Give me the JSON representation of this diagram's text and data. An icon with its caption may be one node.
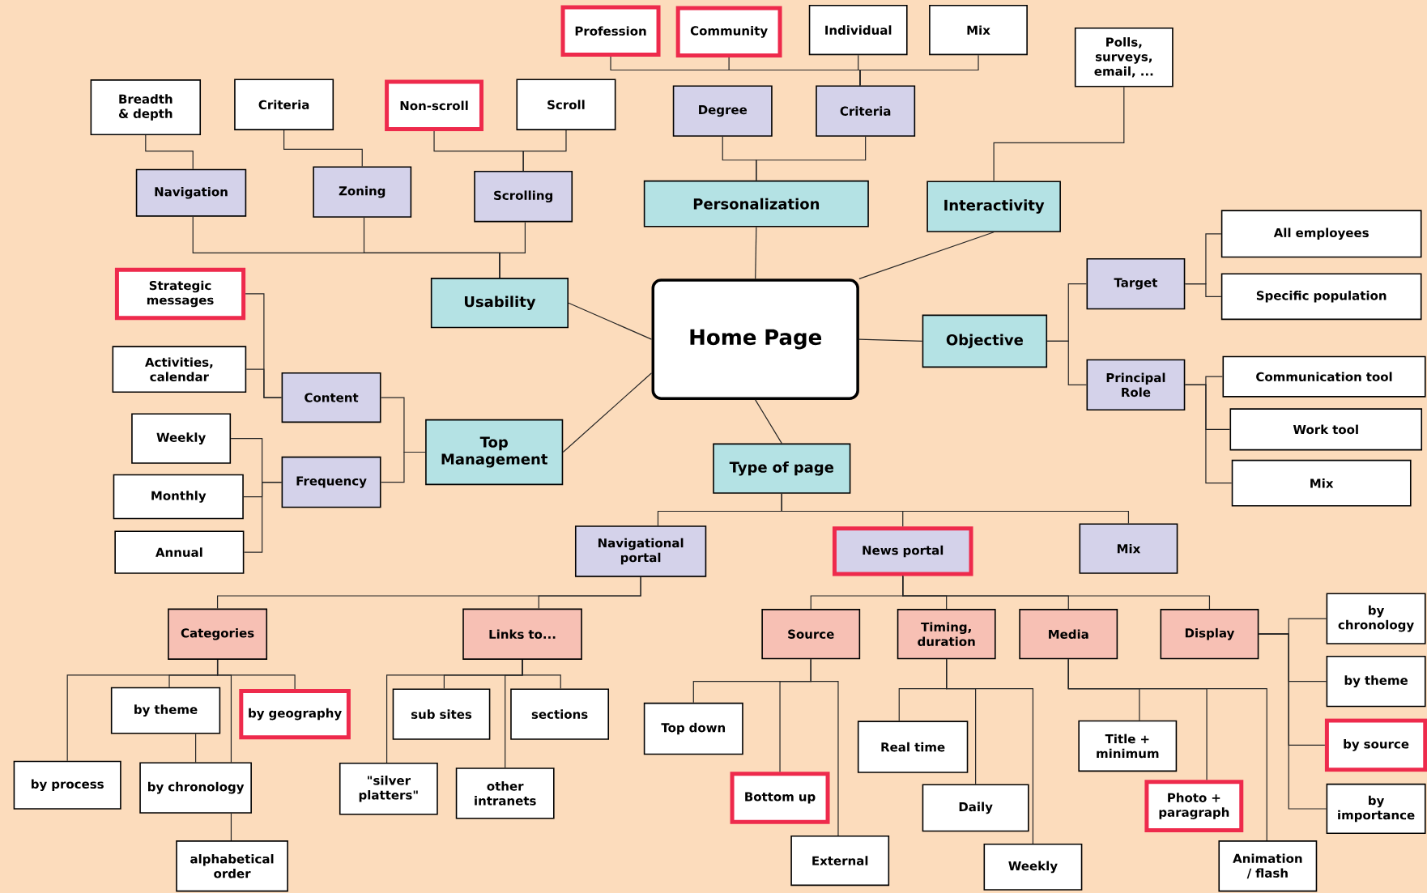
{
  "diagram": {
    "nodes": [
      {
        "text": [
          "Profession"
        ]
      },
      {
        "text": [
          "Community"
        ]
      },
      {
        "text": [
          "Individual"
        ]
      },
      {
        "text": [
          "Mix"
        ]
      },
      {
        "text": [
          "Polls, surveys, email, ..."
        ]
      },
      {
        "text": [
          "Breadth & depth"
        ]
      },
      {
        "text": [
          "Criteria"
        ]
      },
      {
        "text": [
          "Non-scroll"
        ]
      },
      {
        "text": [
          "Scroll"
        ]
      },
      {
        "text": [
          "Degree"
        ]
      },
      {
        "text": [
          "Criteria"
        ]
      },
      {
        "text": [
          "Navigation"
        ]
      },
      {
        "text": [
          "Zoning"
        ]
      },
      {
        "text": [
          "Scrolling"
        ]
      },
      {
        "text": [
          "Personalization"
        ]
      },
      {
        "text": [
          "Interactivity"
        ]
      },
      {
        "text": [
          "All employees"
        ]
      },
      {
        "text": [
          "Strategic messages"
        ]
      },
      {
        "text": [
          "Target"
        ]
      },
      {
        "text": [
          "Usability"
        ]
      },
      {
        "text": [
          "Specific population"
        ]
      },
      {
        "text": [
          "Home Page"
        ]
      },
      {
        "text": [
          "Objective"
        ]
      },
      {
        "text": [
          "Activities, calendar"
        ]
      },
      {
        "text": [
          "Principal Role"
        ]
      },
      {
        "text": [
          "Communication tool"
        ]
      },
      {
        "text": [
          "Content"
        ]
      },
      {
        "text": [
          "Work tool"
        ]
      },
      {
        "text": [
          "Weekly"
        ]
      },
      {
        "text": [
          "Top Management"
        ]
      },
      {
        "text": [
          "Frequency"
        ]
      },
      {
        "text": [
          "Type of page"
        ]
      },
      {
        "text": [
          "Mix"
        ]
      },
      {
        "text": [
          "Monthly"
        ]
      },
      {
        "text": [
          "Navigational portal"
        ]
      },
      {
        "text": [
          "News portal"
        ]
      },
      {
        "text": [
          "Mix"
        ]
      },
      {
        "text": [
          "Annual"
        ]
      },
      {
        "text": [
          "Categories"
        ]
      },
      {
        "text": [
          "Links to..."
        ]
      },
      {
        "text": [
          "Source"
        ]
      },
      {
        "text": [
          "Timing, duration"
        ]
      },
      {
        "text": [
          "Media"
        ]
      },
      {
        "text": [
          "Display"
        ]
      },
      {
        "text": [
          "by chronology"
        ]
      },
      {
        "text": [
          "by theme"
        ]
      },
      {
        "text": [
          "by theme"
        ]
      },
      {
        "text": [
          "by geography"
        ]
      },
      {
        "text": [
          "sub sites"
        ]
      },
      {
        "text": [
          "sections"
        ]
      },
      {
        "text": [
          "Top down"
        ]
      },
      {
        "text": [
          "Real time"
        ]
      },
      {
        "text": [
          "Title + minimum"
        ]
      },
      {
        "text": [
          "by source"
        ]
      },
      {
        "text": [
          "by process"
        ]
      },
      {
        "text": [
          "by chronology"
        ]
      },
      {
        "text": [
          "\"silver platters\""
        ]
      },
      {
        "text": [
          "other intranets"
        ]
      },
      {
        "text": [
          "Bottom up"
        ]
      },
      {
        "text": [
          "Photo + paragraph"
        ]
      },
      {
        "text": [
          "by importance"
        ]
      },
      {
        "text": [
          "Daily"
        ]
      },
      {
        "text": [
          "alphabetical order"
        ]
      },
      {
        "text": [
          "External"
        ]
      },
      {
        "text": [
          "Weekly"
        ]
      },
      {
        "text": [
          "Animation / flash"
        ]
      }
    ],
    "edges": [
      {
        "from": 10,
        "to": 0,
        "arrow": "none"
      },
      {
        "from": 10,
        "to": 1,
        "arrow": "none"
      },
      {
        "from": 10,
        "to": 2,
        "arrow": "none"
      },
      {
        "from": 10,
        "to": 3,
        "arrow": "none"
      },
      {
        "from": 14,
        "to": 9,
        "arrow": "none"
      },
      {
        "from": 14,
        "to": 10,
        "arrow": "none"
      },
      {
        "from": 15,
        "to": 4,
        "arrow": "none"
      },
      {
        "from": 19,
        "to": 11,
        "arrow": "none"
      },
      {
        "from": 19,
        "to": 12,
        "arrow": "none"
      },
      {
        "from": 19,
        "to": 13,
        "arrow": "none"
      },
      {
        "from": 11,
        "to": 5,
        "arrow": "none"
      },
      {
        "from": 12,
        "to": 6,
        "arrow": "none"
      },
      {
        "from": 13,
        "to": 7,
        "arrow": "none"
      },
      {
        "from": 13,
        "to": 8,
        "arrow": "none"
      },
      {
        "from": 21,
        "to": 14,
        "arrow": "none"
      },
      {
        "from": 21,
        "to": 15,
        "arrow": "none"
      },
      {
        "from": 21,
        "to": 19,
        "arrow": "none"
      },
      {
        "from": 21,
        "to": 29,
        "arrow": "none"
      },
      {
        "from": 21,
        "to": 22,
        "arrow": "none"
      },
      {
        "from": 21,
        "to": 31,
        "arrow": "none"
      },
      {
        "from": 22,
        "to": 18,
        "arrow": "none"
      },
      {
        "from": 22,
        "to": 24,
        "arrow": "none"
      },
      {
        "from": 18,
        "to": 16,
        "arrow": "none"
      },
      {
        "from": 18,
        "to": 20,
        "arrow": "none"
      },
      {
        "from": 24,
        "to": 25,
        "arrow": "none"
      },
      {
        "from": 24,
        "to": 27,
        "arrow": "none"
      },
      {
        "from": 24,
        "to": 32,
        "arrow": "none"
      },
      {
        "from": 29,
        "to": 26,
        "arrow": "none"
      },
      {
        "from": 29,
        "to": 30,
        "arrow": "none"
      },
      {
        "from": 26,
        "to": 17,
        "arrow": "none"
      },
      {
        "from": 26,
        "to": 23,
        "arrow": "none"
      },
      {
        "from": 30,
        "to": 28,
        "arrow": "none"
      },
      {
        "from": 30,
        "to": 33,
        "arrow": "none"
      },
      {
        "from": 30,
        "to": 37,
        "arrow": "none"
      },
      {
        "from": 31,
        "to": 34,
        "arrow": "none"
      },
      {
        "from": 31,
        "to": 35,
        "arrow": "none"
      },
      {
        "from": 31,
        "to": 36,
        "arrow": "none"
      },
      {
        "from": 34,
        "to": 38,
        "arrow": "none"
      },
      {
        "from": 34,
        "to": 39,
        "arrow": "none"
      },
      {
        "from": 35,
        "to": 40,
        "arrow": "none"
      },
      {
        "from": 35,
        "to": 41,
        "arrow": "none"
      },
      {
        "from": 35,
        "to": 42,
        "arrow": "none"
      },
      {
        "from": 35,
        "to": 43,
        "arrow": "none"
      },
      {
        "from": 38,
        "to": 54,
        "arrow": "none"
      },
      {
        "from": 38,
        "to": 46,
        "arrow": "none"
      },
      {
        "from": 38,
        "to": 55,
        "arrow": "none"
      },
      {
        "from": 38,
        "to": 47,
        "arrow": "none"
      },
      {
        "from": 46,
        "to": 55,
        "arrow": "none"
      },
      {
        "from": 55,
        "to": 62,
        "arrow": "none"
      },
      {
        "from": 39,
        "to": 56,
        "arrow": "none"
      },
      {
        "from": 39,
        "to": 48,
        "arrow": "none"
      },
      {
        "from": 39,
        "to": 57,
        "arrow": "none"
      },
      {
        "from": 39,
        "to": 49,
        "arrow": "none"
      },
      {
        "from": 40,
        "to": 50,
        "arrow": "none"
      },
      {
        "from": 40,
        "to": 58,
        "arrow": "none"
      },
      {
        "from": 40,
        "to": 63,
        "arrow": "none"
      },
      {
        "from": 41,
        "to": 51,
        "arrow": "none"
      },
      {
        "from": 41,
        "to": 61,
        "arrow": "none"
      },
      {
        "from": 41,
        "to": 64,
        "arrow": "none"
      },
      {
        "from": 42,
        "to": 52,
        "arrow": "none"
      },
      {
        "from": 42,
        "to": 59,
        "arrow": "none"
      },
      {
        "from": 42,
        "to": 65,
        "arrow": "none"
      },
      {
        "from": 43,
        "to": 44,
        "arrow": "none"
      },
      {
        "from": 43,
        "to": 45,
        "arrow": "none"
      },
      {
        "from": 43,
        "to": 53,
        "arrow": "none"
      },
      {
        "from": 43,
        "to": 60,
        "arrow": "none"
      }
    ]
  }
}
